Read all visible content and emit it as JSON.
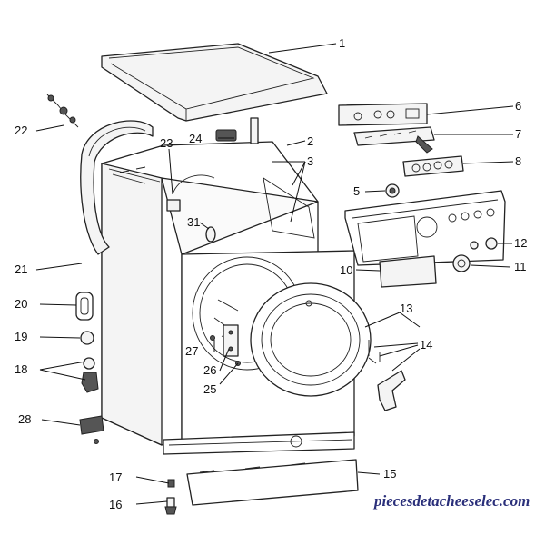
{
  "callouts": {
    "c1": "1",
    "c2": "2",
    "c3": "3",
    "c5": "5",
    "c6": "6",
    "c7": "7",
    "c8": "8",
    "c10": "10",
    "c11": "11",
    "c12": "12",
    "c13": "13",
    "c14": "14",
    "c15": "15",
    "c16": "16",
    "c17": "17",
    "c18": "18",
    "c19": "19",
    "c20": "20",
    "c21": "21",
    "c22": "22",
    "c23": "23",
    "c24": "24",
    "c25": "25",
    "c26": "26",
    "c27": "27",
    "c28": "28",
    "c31": "31"
  },
  "watermark": "piecesdetacheeselec.com"
}
